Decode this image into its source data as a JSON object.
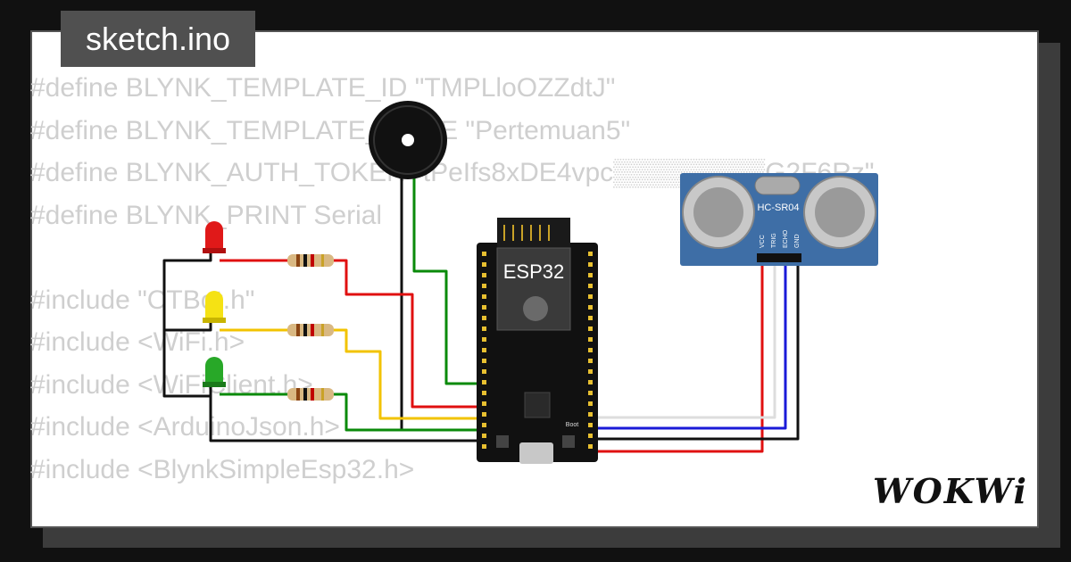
{
  "file": {
    "name": "sketch.ino"
  },
  "code_lines": [
    "#define BLYNK_TEMPLATE_ID \"TMPLloOZZdtJ\"",
    "#define BLYNK_TEMPLATE_NAME \"Pertemuan5\"",
    "#define BLYNK_AUTH_TOKEN \"tPeIfs8xDE4vpc▒▒▒▒▒▒▒▒G2F6Rz\"",
    "#define BLYNK_PRINT Serial",
    "",
    "#include \"CTBot.h\"",
    "#include <WiFi.h>",
    "#include <WiFiClient.h>",
    "#include <ArduinoJson.h>",
    "#include <BlynkSimpleEsp32.h>"
  ],
  "board": {
    "label": "ESP32",
    "boot_label": "Boot"
  },
  "sensor": {
    "label": "HC-SR04",
    "pins": [
      "VCC",
      "TRIG",
      "ECHO",
      "GND"
    ]
  },
  "brand": {
    "name": "WOKWi"
  },
  "colors": {
    "wire_red": "#e01010",
    "wire_green": "#0a8a0a",
    "wire_yellow": "#f2c300",
    "wire_blue": "#1a1ad8",
    "wire_black": "#111111",
    "led_red": "#e01919",
    "led_yellow": "#f5e214",
    "led_green": "#28a828",
    "sensor_board": "#3e6ea6",
    "code_text": "#cfcfcf"
  }
}
